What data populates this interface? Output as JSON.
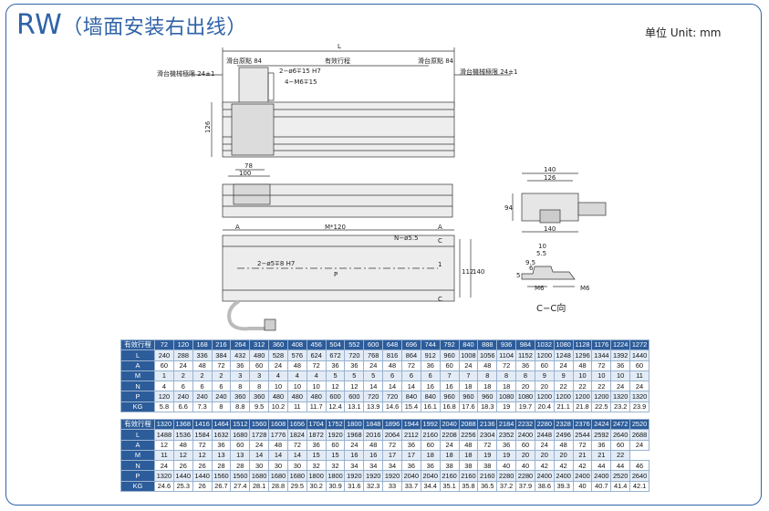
{
  "header": {
    "code": "RW",
    "subtitle": "（墙面安装右出线）",
    "unit": "单位 Unit: mm"
  },
  "drawing_labels": {
    "L": "L",
    "origin_left": "滑台原點 84",
    "effective_stroke": "有效行程",
    "origin_right": "滑台原點 84",
    "mech_limit_left": "滑台機械極限 24±1",
    "mech_limit_right": "滑台機械極限 24±1",
    "hole_pin": "2−ø6∓15 H7",
    "hole_thread": "4−M6∓15",
    "height_126": "126",
    "dim_78": "78",
    "dim_100": "100",
    "end_140_top": "140",
    "end_126": "126",
    "end_94": "94",
    "end_140_bottom": "140",
    "A_left": "A",
    "M_120": "M*120",
    "A_right": "A",
    "N_hole": "N−ø5.5",
    "C_top": "C",
    "C_bottom": "C",
    "pin_bottom": "2−ø5∓8 H7",
    "P": "P",
    "dim_1": "1",
    "dim_112": "112",
    "dim_140": "140",
    "sec_10": "10",
    "sec_5_5": "5.5",
    "sec_9_5": "9.5",
    "sec_5": "5",
    "sec_6": "6",
    "sec_m6_left": "M6",
    "sec_m6_right": "M6",
    "section_label": "C−C向"
  },
  "tables": [
    {
      "rows": [
        {
          "label": "有效行程",
          "values": [
            "72",
            "120",
            "168",
            "216",
            "264",
            "312",
            "360",
            "408",
            "456",
            "504",
            "552",
            "600",
            "648",
            "696",
            "744",
            "792",
            "840",
            "888",
            "936",
            "984",
            "1032",
            "1080",
            "1128",
            "1176",
            "1224",
            "1272"
          ]
        },
        {
          "label": "L",
          "values": [
            "240",
            "288",
            "336",
            "384",
            "432",
            "480",
            "528",
            "576",
            "624",
            "672",
            "720",
            "768",
            "816",
            "864",
            "912",
            "960",
            "1008",
            "1056",
            "1104",
            "1152",
            "1200",
            "1248",
            "1296",
            "1344",
            "1392",
            "1440"
          ]
        },
        {
          "label": "A",
          "values": [
            "60",
            "24",
            "48",
            "72",
            "36",
            "60",
            "24",
            "48",
            "72",
            "36",
            "36",
            "24",
            "48",
            "72",
            "36",
            "60",
            "24",
            "48",
            "72",
            "36",
            "60",
            "24",
            "48",
            "72",
            "36",
            "60"
          ]
        },
        {
          "label": "M",
          "values": [
            "1",
            "2",
            "2",
            "2",
            "3",
            "3",
            "4",
            "4",
            "4",
            "5",
            "5",
            "5",
            "6",
            "6",
            "6",
            "7",
            "7",
            "8",
            "8",
            "8",
            "9",
            "9",
            "10",
            "10",
            "10",
            "11"
          ]
        },
        {
          "label": "N",
          "values": [
            "4",
            "6",
            "6",
            "6",
            "8",
            "8",
            "10",
            "10",
            "10",
            "12",
            "12",
            "14",
            "14",
            "14",
            "16",
            "16",
            "18",
            "18",
            "18",
            "20",
            "20",
            "22",
            "22",
            "22",
            "24",
            "24"
          ]
        },
        {
          "label": "P",
          "values": [
            "120",
            "240",
            "240",
            "240",
            "360",
            "360",
            "480",
            "480",
            "480",
            "600",
            "600",
            "720",
            "720",
            "840",
            "840",
            "960",
            "960",
            "960",
            "1080",
            "1080",
            "1200",
            "1200",
            "1200",
            "1200",
            "1320",
            "1320"
          ]
        },
        {
          "label": "KG",
          "values": [
            "5.8",
            "6.6",
            "7.3",
            "8",
            "8.8",
            "9.5",
            "10.2",
            "11",
            "11.7",
            "12.4",
            "13.1",
            "13.9",
            "14.6",
            "15.4",
            "16.1",
            "16.8",
            "17.6",
            "18.3",
            "19",
            "19.7",
            "20.4",
            "21.1",
            "21.8",
            "22.5",
            "23.2",
            "23.9"
          ]
        }
      ]
    },
    {
      "rows": [
        {
          "label": "有效行程",
          "values": [
            "1320",
            "1368",
            "1416",
            "1464",
            "1512",
            "1560",
            "1608",
            "1656",
            "1704",
            "1752",
            "1800",
            "1848",
            "1896",
            "1944",
            "1992",
            "2040",
            "2088",
            "2136",
            "2184",
            "2232",
            "2280",
            "2328",
            "2376",
            "2424",
            "2472",
            "2520"
          ]
        },
        {
          "label": "L",
          "values": [
            "1488",
            "1536",
            "1584",
            "1632",
            "1680",
            "1728",
            "1776",
            "1824",
            "1872",
            "1920",
            "1968",
            "2016",
            "2064",
            "2112",
            "2160",
            "2208",
            "2256",
            "2304",
            "2352",
            "2400",
            "2448",
            "2496",
            "2544",
            "2592",
            "2640",
            "2688"
          ]
        },
        {
          "label": "A",
          "values": [
            "12",
            "48",
            "72",
            "36",
            "60",
            "24",
            "48",
            "72",
            "36",
            "60",
            "24",
            "48",
            "72",
            "36",
            "60",
            "24",
            "48",
            "72",
            "36",
            "60",
            "24",
            "48",
            "72",
            "36",
            "60",
            "24"
          ]
        },
        {
          "label": "M",
          "values": [
            "11",
            "12",
            "12",
            "13",
            "13",
            "14",
            "14",
            "14",
            "15",
            "15",
            "16",
            "16",
            "17",
            "17",
            "18",
            "18",
            "18",
            "19",
            "19",
            "20",
            "20",
            "20",
            "21",
            "21",
            "22"
          ]
        },
        {
          "label": "N",
          "values": [
            "24",
            "26",
            "26",
            "28",
            "28",
            "30",
            "30",
            "30",
            "32",
            "32",
            "34",
            "34",
            "34",
            "36",
            "36",
            "38",
            "38",
            "38",
            "40",
            "40",
            "42",
            "42",
            "42",
            "44",
            "44",
            "46"
          ]
        },
        {
          "label": "P",
          "values": [
            "1320",
            "1440",
            "1440",
            "1560",
            "1560",
            "1680",
            "1680",
            "1680",
            "1800",
            "1800",
            "1920",
            "1920",
            "1920",
            "2040",
            "2040",
            "2160",
            "2160",
            "2160",
            "2280",
            "2280",
            "2400",
            "2400",
            "2400",
            "2400",
            "2520",
            "2640"
          ]
        },
        {
          "label": "KG",
          "values": [
            "24.6",
            "25.3",
            "26",
            "26.7",
            "27.4",
            "28.1",
            "28.8",
            "29.5",
            "30.2",
            "30.9",
            "31.6",
            "32.3",
            "33",
            "33.7",
            "34.4",
            "35.1",
            "35.8",
            "36.5",
            "37.2",
            "37.9",
            "38.6",
            "39.3",
            "40",
            "40.7",
            "41.4",
            "42.1"
          ]
        }
      ]
    }
  ]
}
